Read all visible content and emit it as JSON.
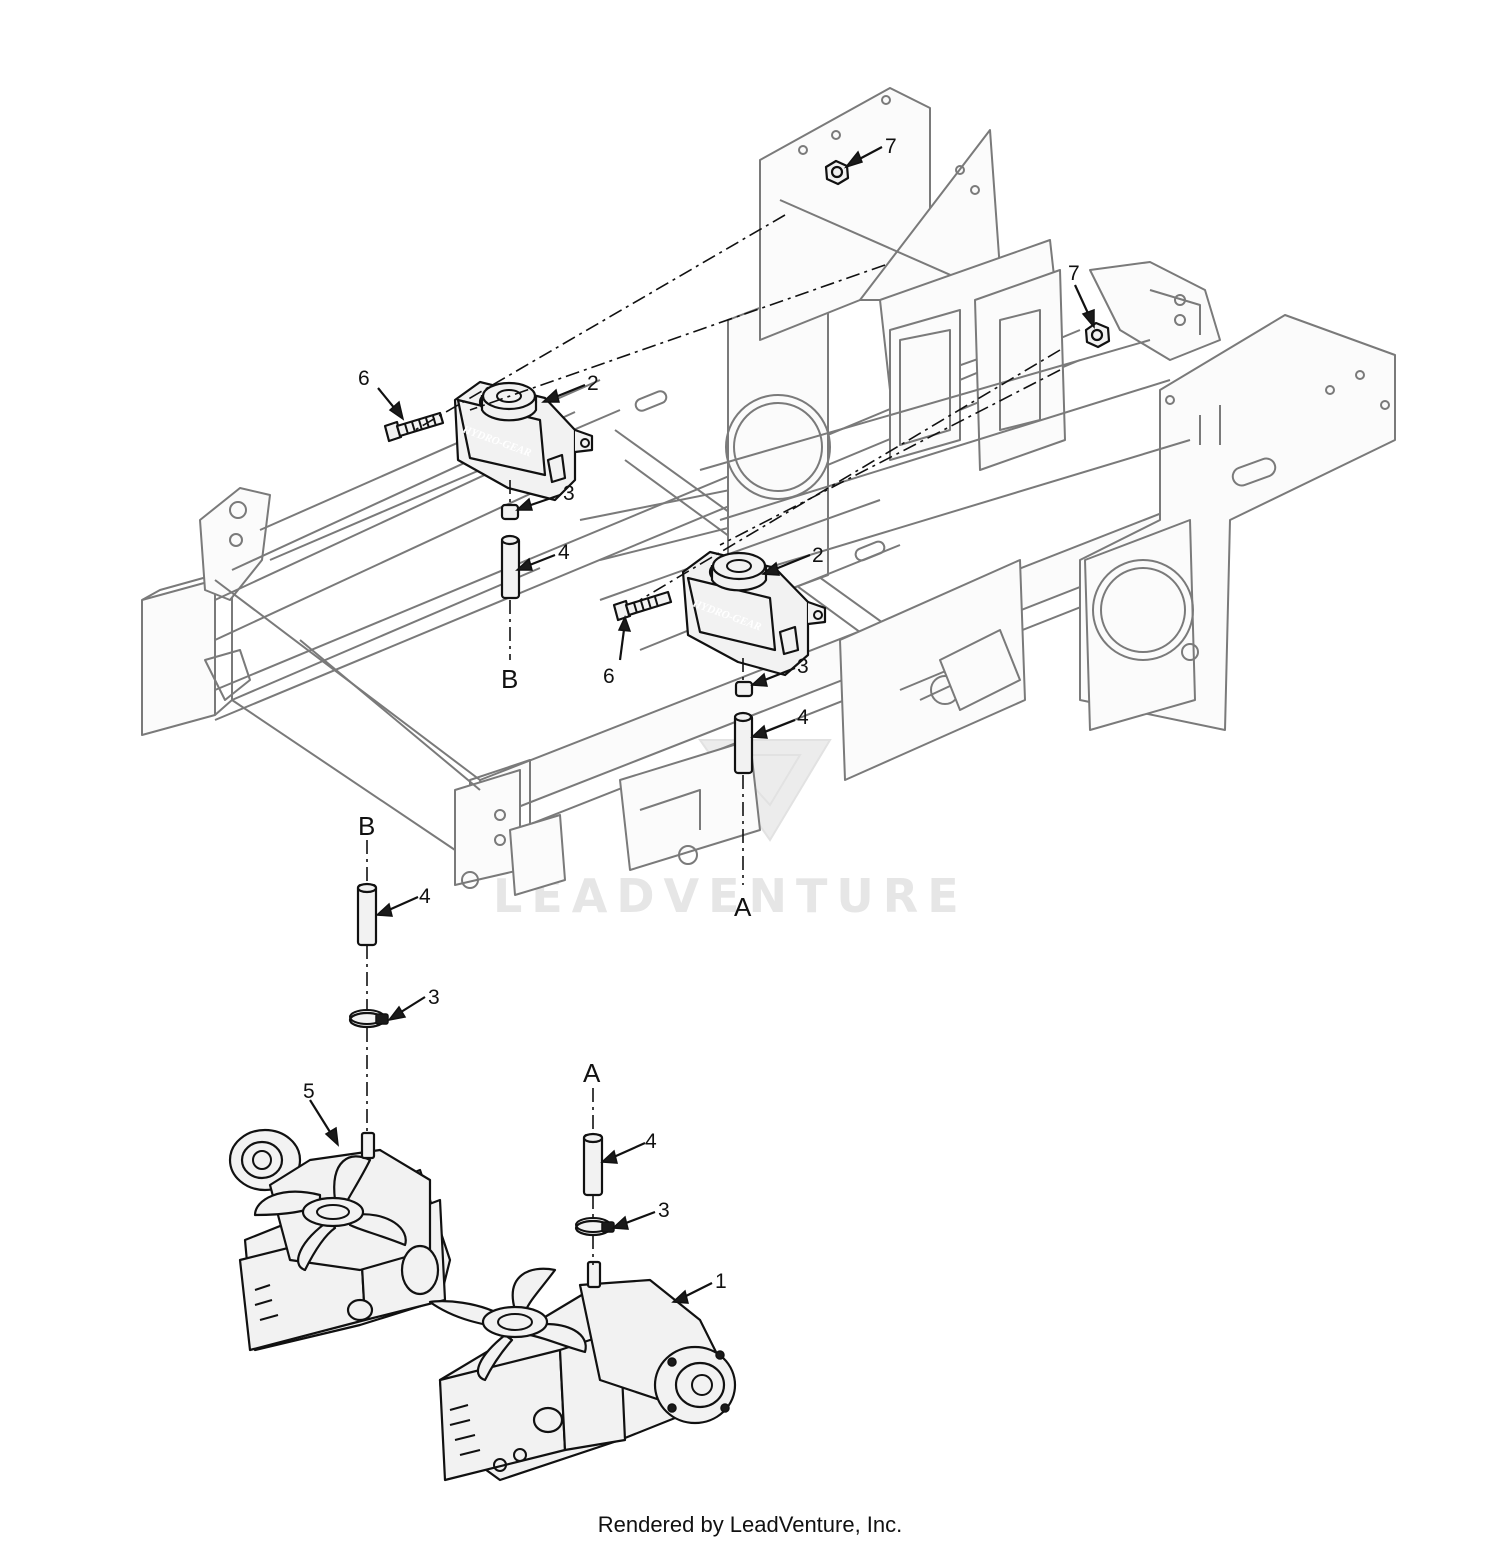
{
  "callouts": {
    "c1": "1",
    "c2a": "2",
    "c2b": "2",
    "c3a": "3",
    "c3b": "3",
    "c3c": "3",
    "c3d": "3",
    "c4a": "4",
    "c4b": "4",
    "c4c": "4",
    "c4d": "4",
    "c5": "5",
    "c6a": "6",
    "c6b": "6",
    "c7a": "7",
    "c7b": "7"
  },
  "connectors": {
    "a_upper": "A",
    "a_lower": "A",
    "b_upper": "B",
    "b_lower": "B"
  },
  "reservoir_decal": "HYDRO-GEAR",
  "watermark": "LEADVENTURE",
  "credit": "Rendered by LeadVenture, Inc."
}
